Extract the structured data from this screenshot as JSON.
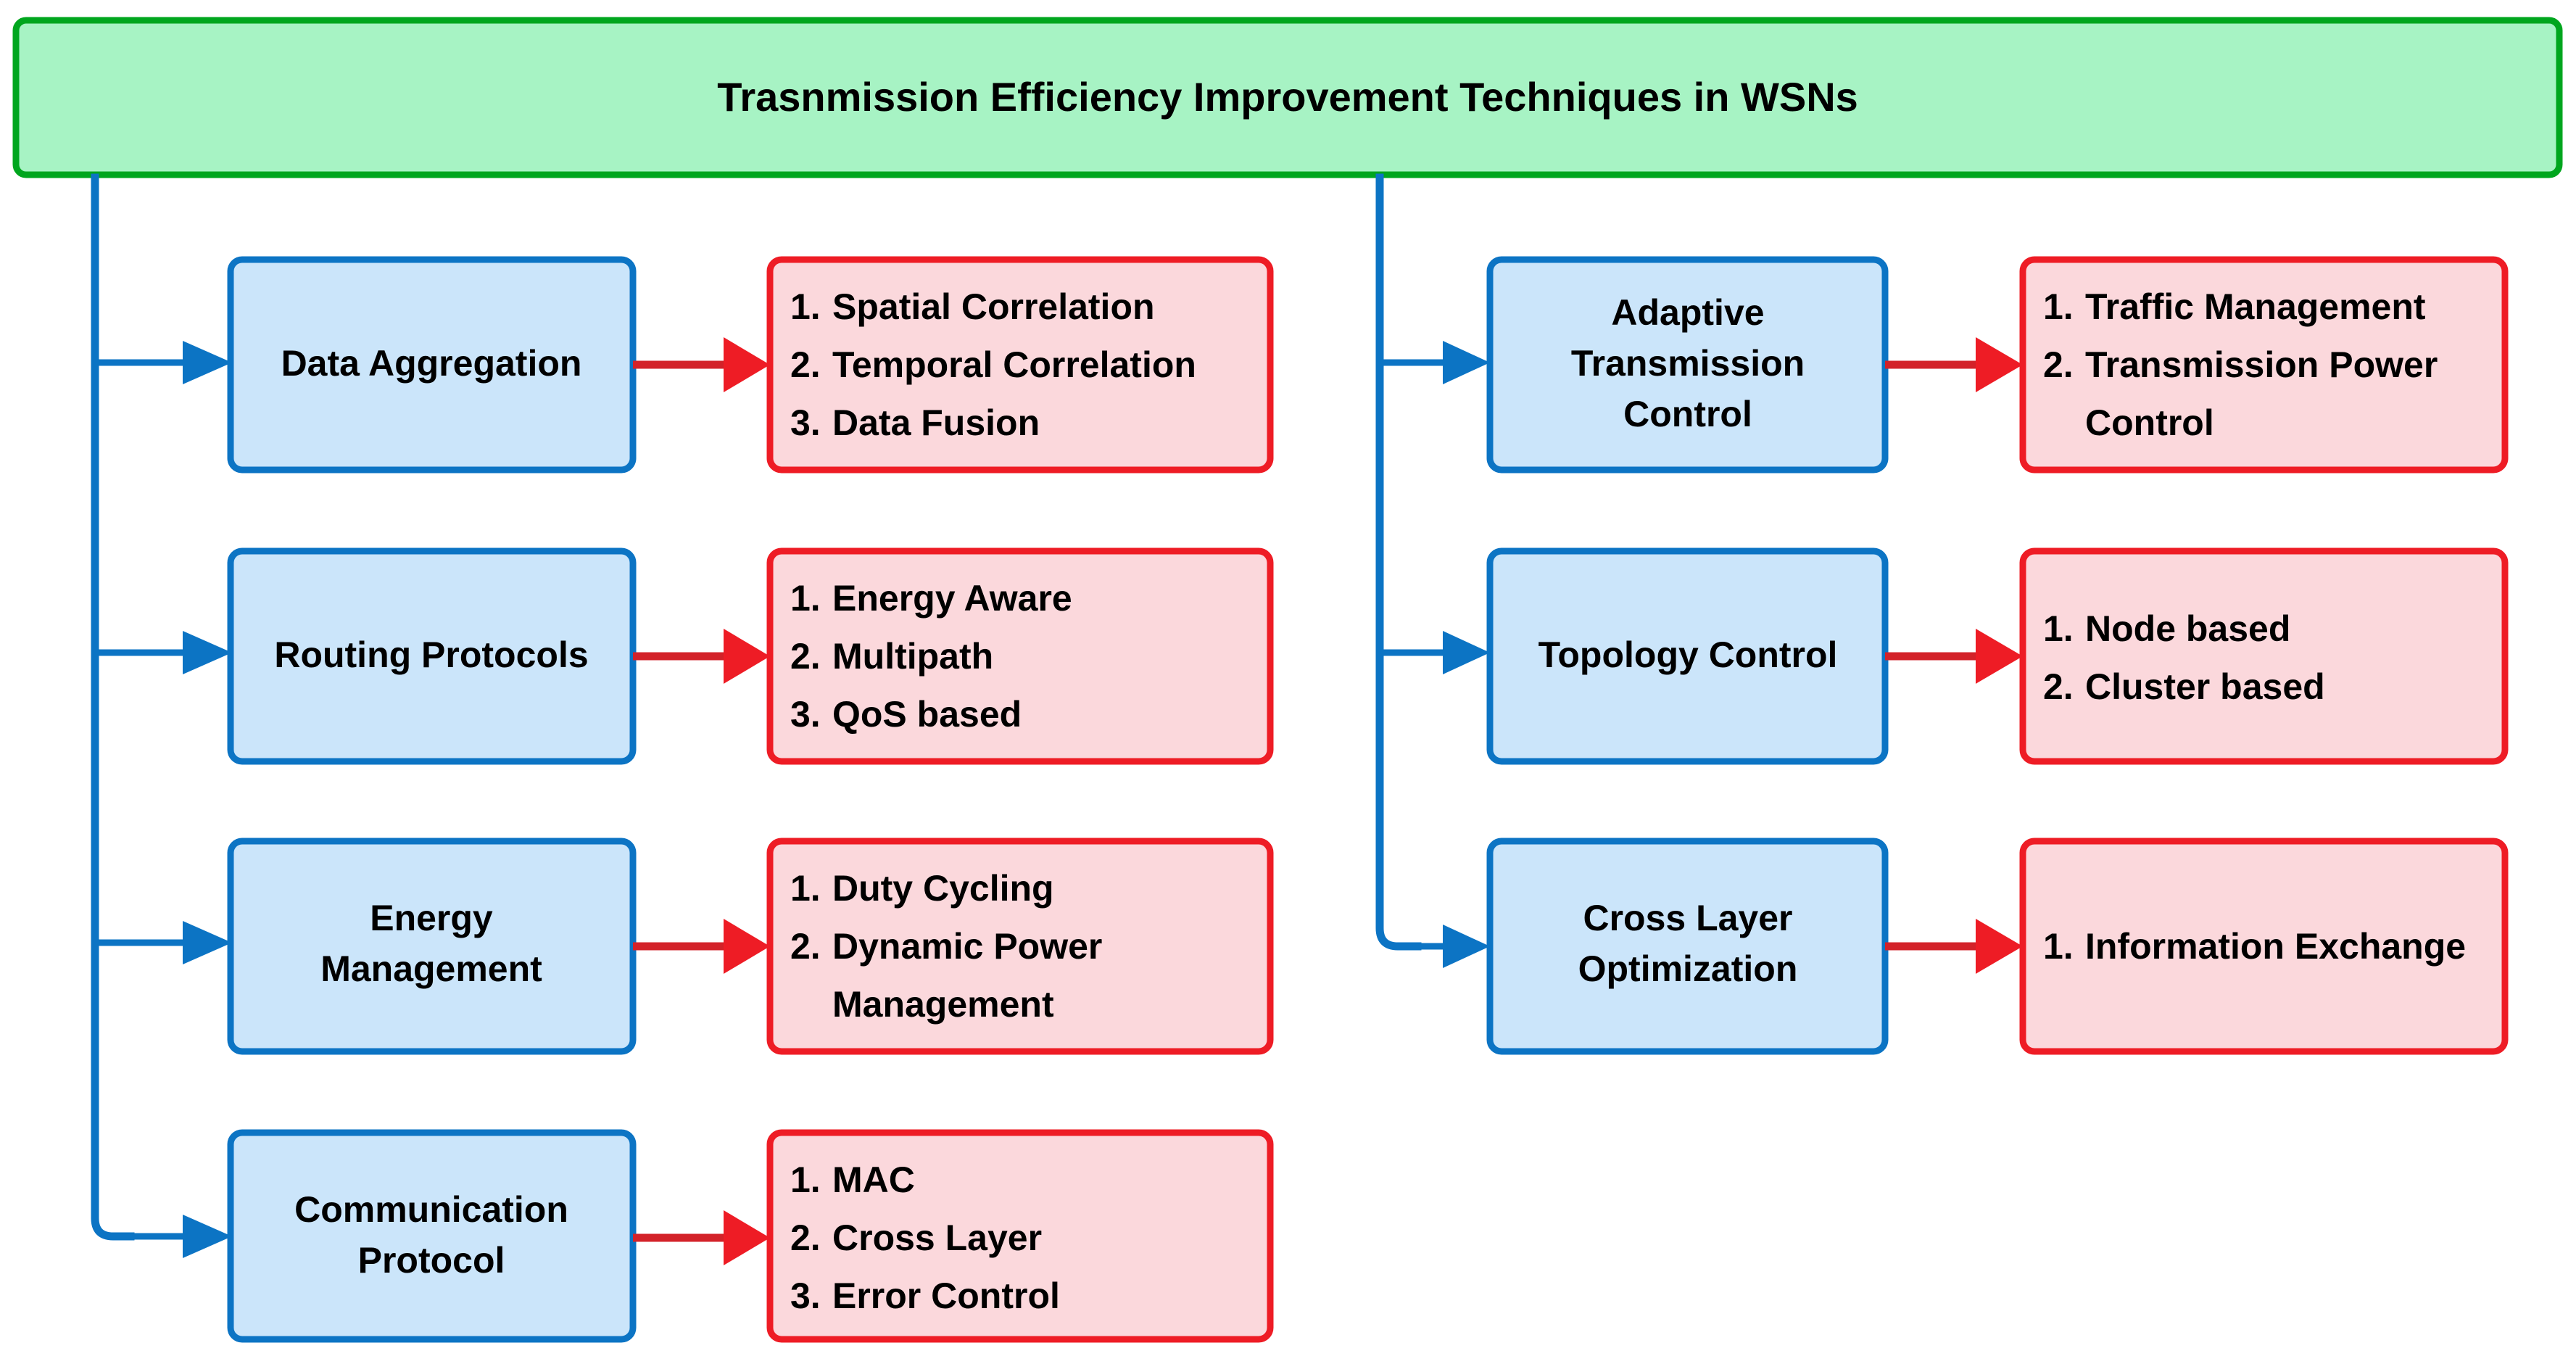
{
  "diagram": {
    "title": "Trasnmission Efficiency Improvement Techniques in WSNs",
    "colors": {
      "root_fill": "#A7F3C4",
      "root_border": "#00A61E",
      "category_fill": "#CBE5FA",
      "category_border": "#0C74C4",
      "detail_fill": "#FBD8DC",
      "detail_border": "#EE1C25",
      "text": "#000000",
      "connector_blue": "#0C74C4",
      "connector_red": "#D32229"
    },
    "left_column": [
      {
        "category": "Data Aggregation",
        "category_lines": [
          "Data Aggregation"
        ],
        "items": [
          {
            "num": "1.",
            "label": "Spatial Correlation"
          },
          {
            "num": "2.",
            "label": "Temporal Correlation"
          },
          {
            "num": "3.",
            "label": "Data Fusion"
          }
        ]
      },
      {
        "category": "Routing Protocols",
        "category_lines": [
          "Routing Protocols"
        ],
        "items": [
          {
            "num": "1.",
            "label": "Energy Aware"
          },
          {
            "num": "2.",
            "label": "Multipath"
          },
          {
            "num": "3.",
            "label": "QoS based"
          }
        ]
      },
      {
        "category": "Energy Management",
        "category_lines": [
          "Energy",
          "Management"
        ],
        "items": [
          {
            "num": "1.",
            "label": "Duty Cycling"
          },
          {
            "num": "2.",
            "label": "Dynamic Power"
          },
          {
            "num": "",
            "label": "Management"
          }
        ]
      },
      {
        "category": "Communication Protocol",
        "category_lines": [
          "Communication",
          "Protocol"
        ],
        "items": [
          {
            "num": "1.",
            "label": "MAC"
          },
          {
            "num": "2.",
            "label": "Cross Layer"
          },
          {
            "num": "3.",
            "label": "Error Control"
          }
        ]
      }
    ],
    "right_column": [
      {
        "category": "Adaptive Transmission Control",
        "category_lines": [
          "Adaptive",
          "Transmission",
          "Control"
        ],
        "items": [
          {
            "num": "1.",
            "label": "Traffic Management"
          },
          {
            "num": "2.",
            "label": "Transmission Power"
          },
          {
            "num": "",
            "label": "Control"
          }
        ]
      },
      {
        "category": "Topology Control",
        "category_lines": [
          "Topology Control"
        ],
        "items": [
          {
            "num": "1.",
            "label": "Node based"
          },
          {
            "num": "2.",
            "label": "Cluster based"
          }
        ]
      },
      {
        "category": "Cross Layer Optimization",
        "category_lines": [
          "Cross Layer",
          "Optimization"
        ],
        "items": [
          {
            "num": "1.",
            "label": "Information Exchange"
          }
        ]
      }
    ]
  }
}
